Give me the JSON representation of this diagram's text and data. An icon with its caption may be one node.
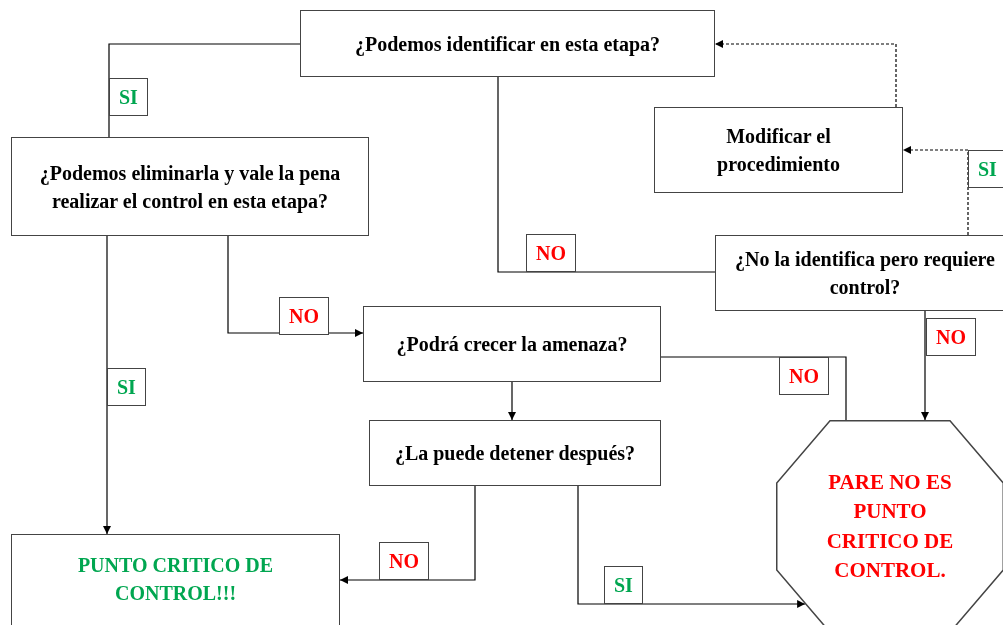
{
  "diagram": {
    "nodes": [
      {
        "text": [
          "¿Podemos identificar en esta etapa?"
        ]
      },
      {
        "text": [
          "Modificar el procedimiento"
        ]
      },
      {
        "text": [
          "¿Podemos eliminarla y vale la pena realizar el control en esta etapa?"
        ]
      },
      {
        "text": [
          "¿No la identifica pero requiere control?"
        ]
      },
      {
        "text": [
          "¿Podrá crecer la amenaza?"
        ]
      },
      {
        "text": [
          "¿La puede detener después?"
        ]
      },
      {
        "text": [
          "PUNTO CRITICO DE CONTROL!!!"
        ]
      },
      {
        "text": [
          "PARE NO ES PUNTO CRITICO DE CONTROL."
        ]
      }
    ],
    "edges": [
      {
        "from": 0,
        "to": 2,
        "arrow": "none",
        "label": "SI"
      },
      {
        "from": 0,
        "to": 3,
        "arrow": "none",
        "label": "NO"
      },
      {
        "from": 3,
        "to": 1,
        "arrow": "to",
        "label": "SI",
        "style": "dashed"
      },
      {
        "from": 1,
        "to": 0,
        "arrow": "to",
        "style": "dashed"
      },
      {
        "from": 2,
        "to": 6,
        "arrow": "to",
        "label": "SI"
      },
      {
        "from": 2,
        "to": 4,
        "arrow": "to",
        "label": "NO"
      },
      {
        "from": 4,
        "to": 5,
        "arrow": "to"
      },
      {
        "from": 4,
        "to": 7,
        "arrow": "none",
        "label": "NO"
      },
      {
        "from": 3,
        "to": 7,
        "arrow": "to",
        "label": "NO"
      },
      {
        "from": 5,
        "to": 6,
        "arrow": "to",
        "label": "NO"
      },
      {
        "from": 5,
        "to": 7,
        "arrow": "to",
        "label": "SI"
      }
    ]
  }
}
